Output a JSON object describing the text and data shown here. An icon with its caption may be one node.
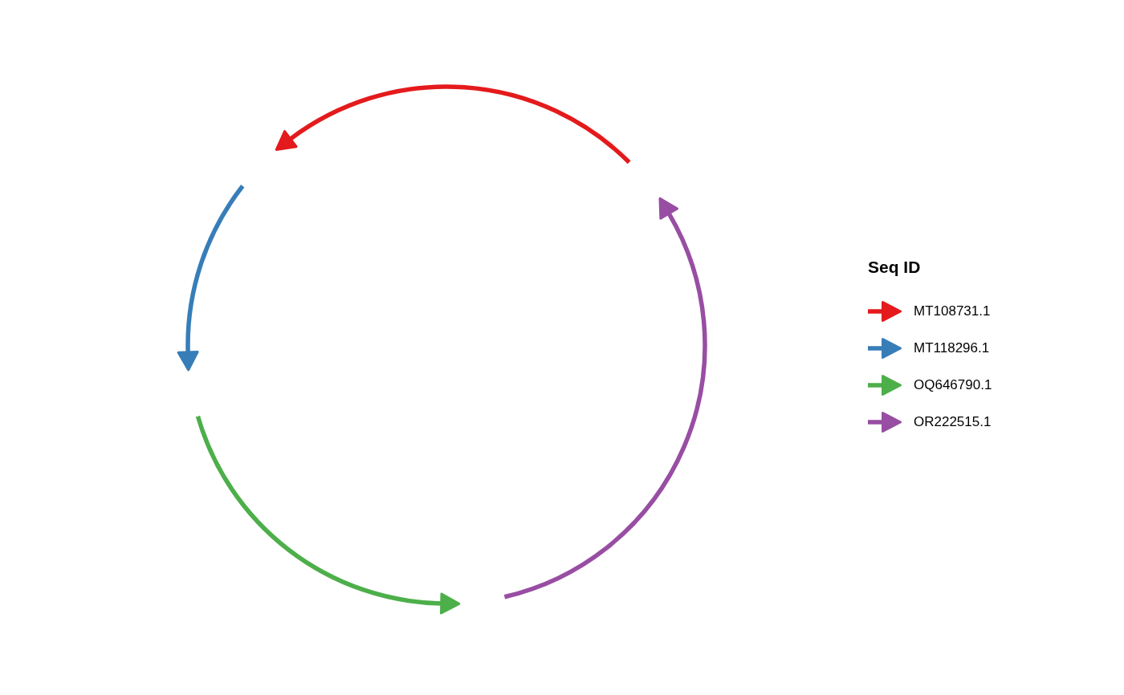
{
  "diagram": {
    "labels": [
      "Seq ID"
    ],
    "legend": [
      {
        "text": "MT108731.1",
        "color": "#e41a1c"
      },
      {
        "text": "MT118296.1",
        "color": "#377eb8"
      },
      {
        "text": "OQ646790.1",
        "color": "#4daf4a"
      },
      {
        "text": "OR222515.1",
        "color": "#984ea3"
      }
    ]
  }
}
